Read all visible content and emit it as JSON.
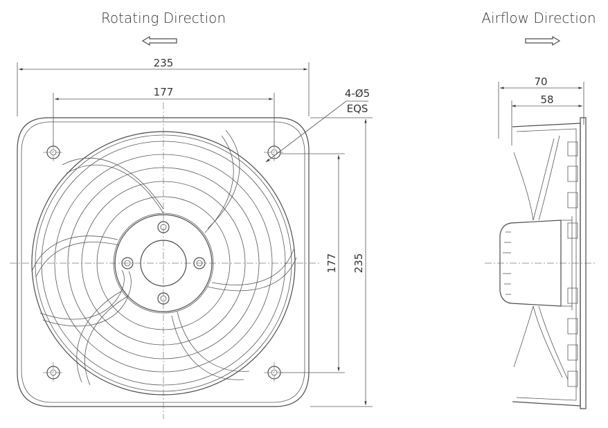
{
  "titles": {
    "rotating": "Rotating Direction",
    "airflow": "Airflow Direction"
  },
  "front_view": {
    "width_overall": "235",
    "hole_spacing_horizontal": "177",
    "hole_spacing_vertical": "177",
    "height_overall": "235",
    "hole_label_line1": "4-Ø5",
    "hole_label_line2": "EQS"
  },
  "side_view": {
    "depth_overall": "70",
    "depth_body": "58"
  },
  "colors": {
    "line": "#4a4a4a",
    "text": "#333333"
  }
}
